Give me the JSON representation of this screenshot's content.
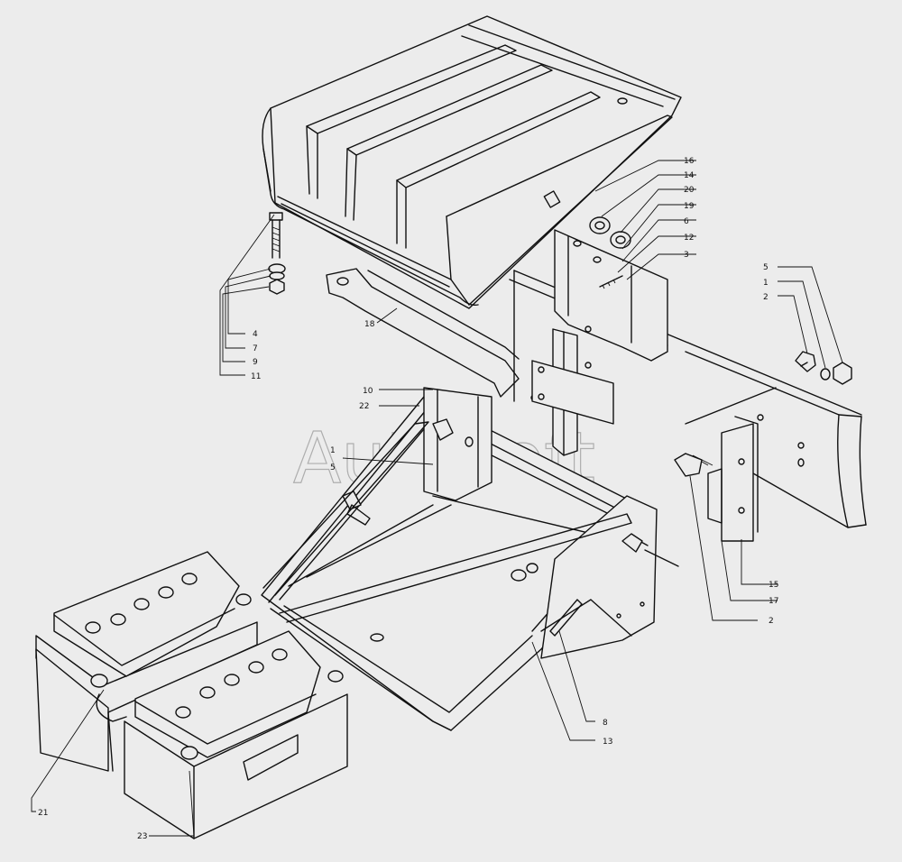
{
  "watermark": "AutoSoft",
  "callouts": [
    {
      "id": "c16",
      "text": "16"
    },
    {
      "id": "c14",
      "text": "14"
    },
    {
      "id": "c20",
      "text": "20"
    },
    {
      "id": "c19",
      "text": "19"
    },
    {
      "id": "c6",
      "text": "6"
    },
    {
      "id": "c12",
      "text": "12"
    },
    {
      "id": "c3",
      "text": "3"
    },
    {
      "id": "c5a",
      "text": "5"
    },
    {
      "id": "c1a",
      "text": "1"
    },
    {
      "id": "c2a",
      "text": "2"
    },
    {
      "id": "c4",
      "text": "4"
    },
    {
      "id": "c7",
      "text": "7"
    },
    {
      "id": "c9",
      "text": "9"
    },
    {
      "id": "c11",
      "text": "11"
    },
    {
      "id": "c18",
      "text": "18"
    },
    {
      "id": "c10",
      "text": "10"
    },
    {
      "id": "c22",
      "text": "22"
    },
    {
      "id": "c1b",
      "text": "1"
    },
    {
      "id": "c5b",
      "text": "5"
    },
    {
      "id": "c15",
      "text": "15"
    },
    {
      "id": "c17",
      "text": "17"
    },
    {
      "id": "c2b",
      "text": "2"
    },
    {
      "id": "c8",
      "text": "8"
    },
    {
      "id": "c13",
      "text": "13"
    },
    {
      "id": "c21",
      "text": "21"
    },
    {
      "id": "c23",
      "text": "23"
    }
  ]
}
